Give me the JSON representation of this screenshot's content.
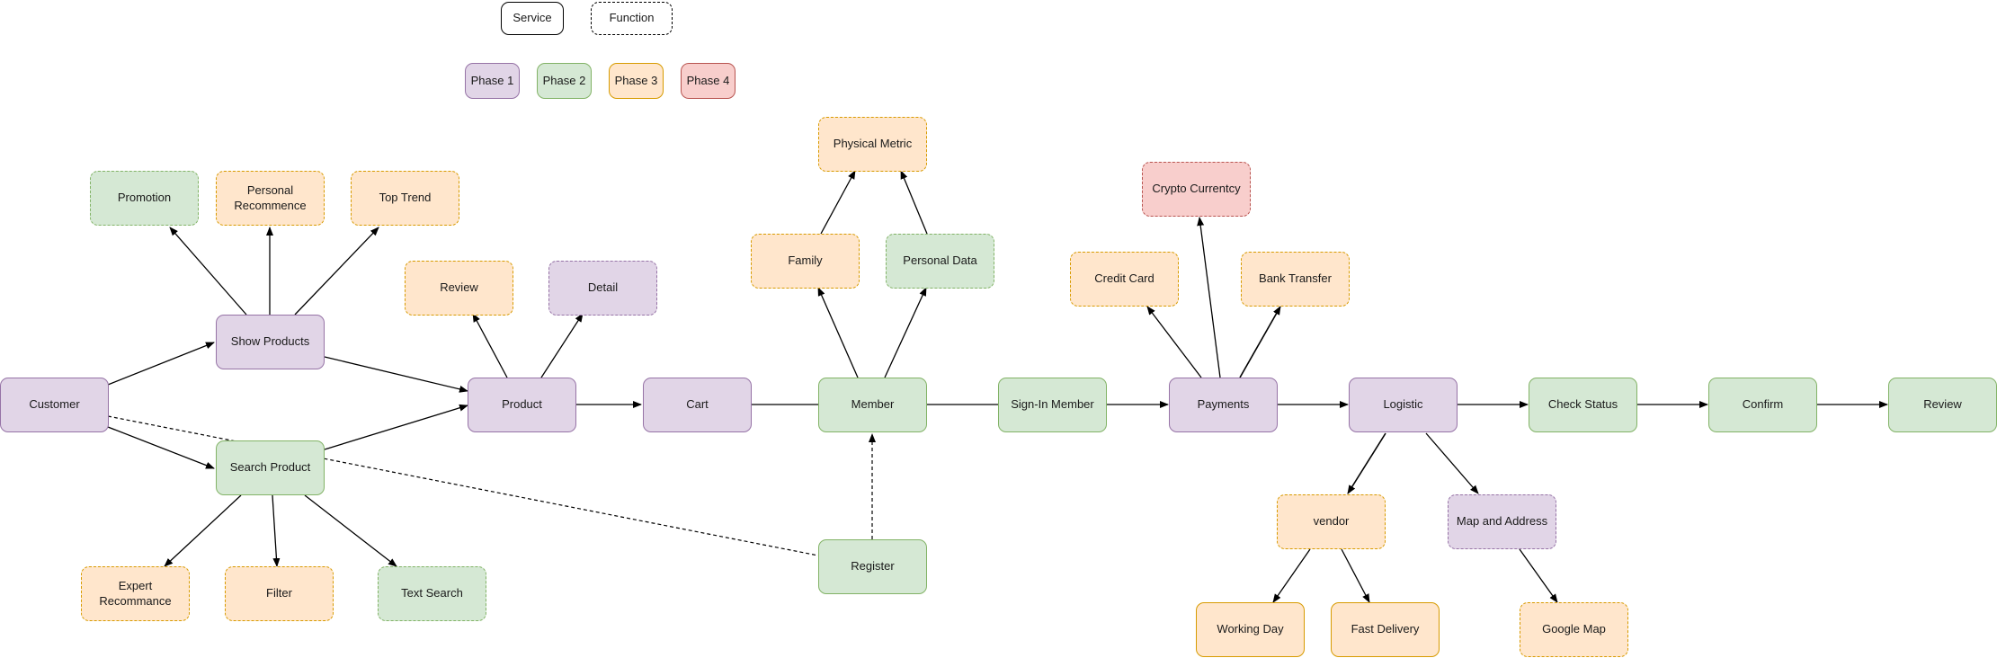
{
  "legend": {
    "service": "Service",
    "function": "Function",
    "phase1": "Phase 1",
    "phase2": "Phase 2",
    "phase3": "Phase 3",
    "phase4": "Phase 4"
  },
  "colors": {
    "phase1_fill": "#e1d5e7",
    "phase1_stroke": "#9673a6",
    "phase2_fill": "#d5e8d4",
    "phase2_stroke": "#82b366",
    "phase3_fill": "#ffe6cc",
    "phase3_stroke": "#d79b00",
    "phase4_fill": "#f8cecc",
    "phase4_stroke": "#b85450"
  },
  "nodes": {
    "customer": "Customer",
    "show_products": "Show Products",
    "search_product": "Search Product",
    "promotion": "Promotion",
    "personal_recommence": "Personal Recommence",
    "top_trend": "Top Trend",
    "expert_recommance": "Expert Recommance",
    "filter": "Filter",
    "text_search": "Text Search",
    "product": "Product",
    "review_product": "Review",
    "detail": "Detail",
    "cart": "Cart",
    "member": "Member",
    "family": "Family",
    "personal_data": "Personal Data",
    "physical_metric": "Physical Metric",
    "register": "Register",
    "sign_in_member": "Sign-In Member",
    "payments": "Payments",
    "credit_card": "Credit Card",
    "bank_transfer": "Bank Transfer",
    "crypto_currency": "Crypto Currentcy",
    "logistic": "Logistic",
    "vendor": "vendor",
    "map_and_address": "Map and Address",
    "working_day": "Working Day",
    "fast_delivery": "Fast Delivery",
    "google_map": "Google Map",
    "check_status": "Check Status",
    "confirm": "Confirm",
    "review_final": "Review"
  }
}
